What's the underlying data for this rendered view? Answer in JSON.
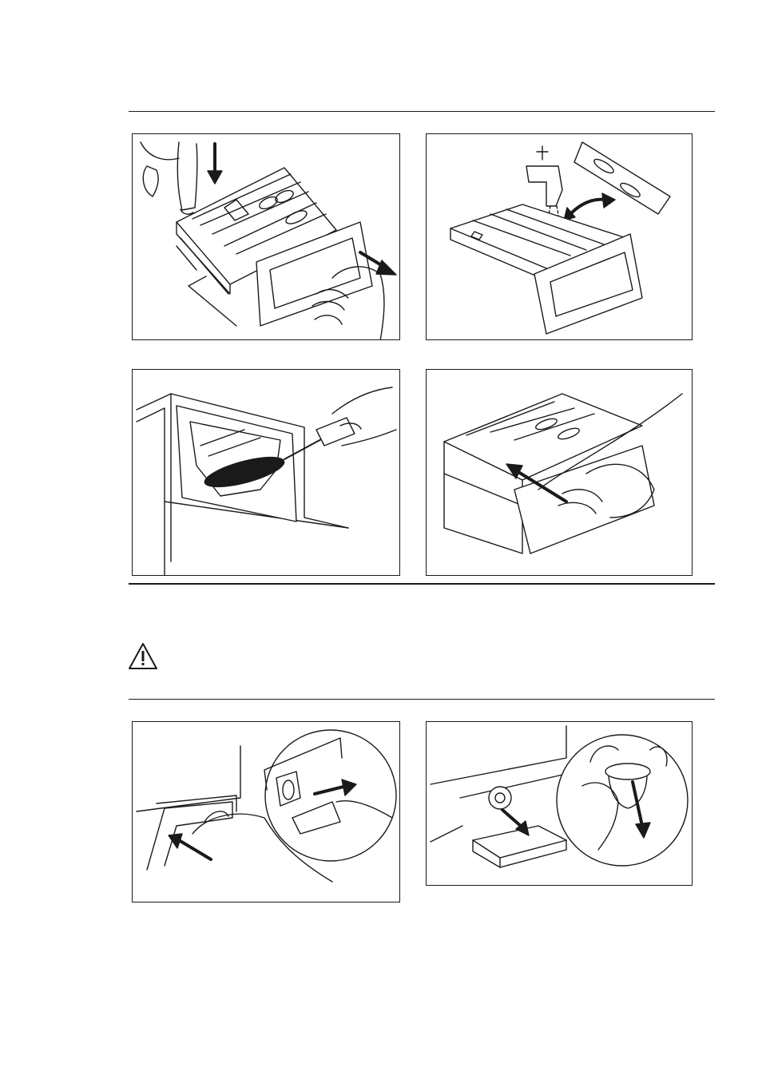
{
  "document": {
    "type": "appliance-manual-illustration-page",
    "colors": {
      "ink": "#1a1a1a",
      "paper": "#ffffff",
      "fill_gray": "#f0f0f0"
    },
    "sections": [
      {
        "id": "dispenser-cleaning",
        "figures": [
          {
            "id": "fig-1",
            "icon": "remove-dispenser-drawer-icon"
          },
          {
            "id": "fig-2",
            "icon": "rinse-dispenser-under-tap-icon"
          },
          {
            "id": "fig-3",
            "icon": "brush-dispenser-recess-icon"
          },
          {
            "id": "fig-4",
            "icon": "insert-dispenser-drawer-icon"
          }
        ]
      },
      {
        "id": "drain-filter",
        "warning_icon": "warning-triangle-icon",
        "figures": [
          {
            "id": "fig-5",
            "icon": "open-filter-door-icon"
          },
          {
            "id": "fig-6",
            "icon": "remove-drain-filter-icon"
          }
        ]
      }
    ]
  }
}
